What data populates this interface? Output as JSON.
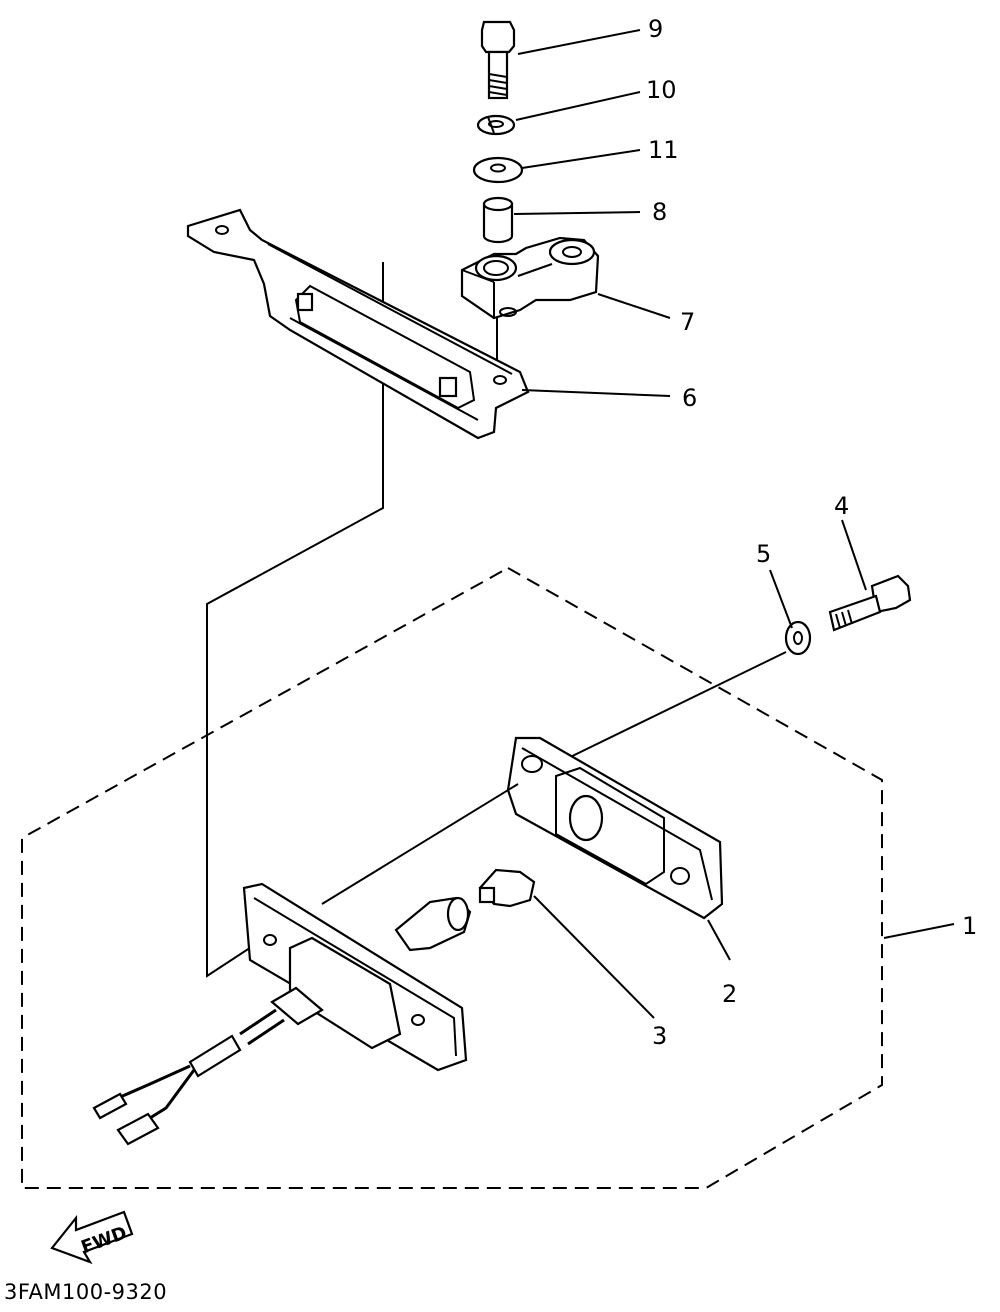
{
  "diagram": {
    "callouts": [
      "9",
      "10",
      "11",
      "8",
      "7",
      "6",
      "4",
      "5",
      "1",
      "2",
      "3"
    ],
    "fwd_label": "FWD",
    "part_code": "3FAM100-9320"
  }
}
